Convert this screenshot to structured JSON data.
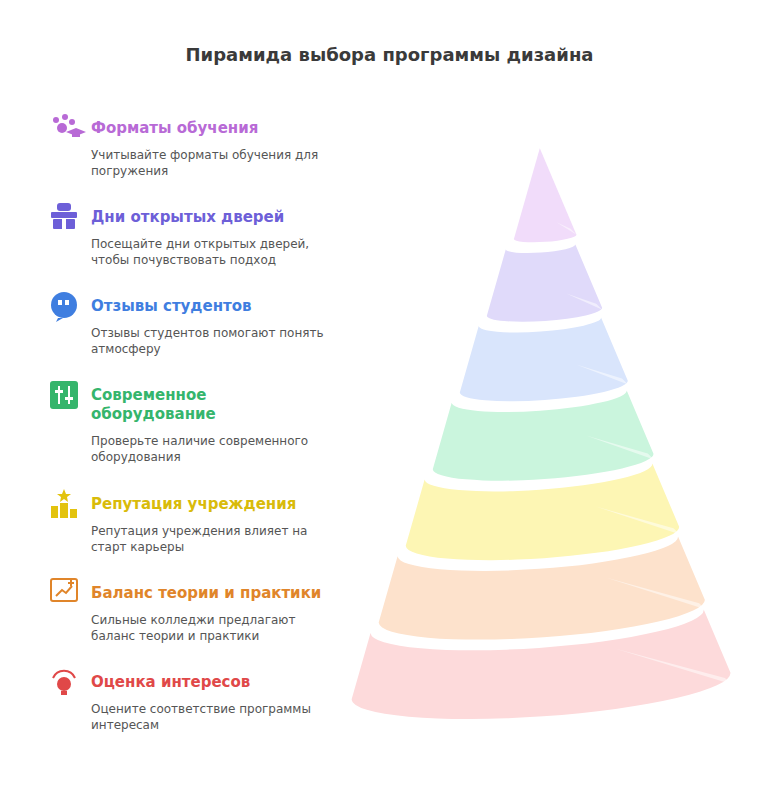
{
  "diagram": {
    "title": "Пирамида выбора программы дизайна",
    "nodes": [
      {
        "text": [
          "Форматы обучения",
          "Учитывайте форматы обучения для погружения"
        ]
      },
      {
        "text": [
          "Дни открытых дверей",
          "Посещайте дни открытых дверей, чтобы почувствовать подход"
        ]
      },
      {
        "text": [
          "Отзывы студентов",
          "Отзывы студентов помогают понять атмосферу"
        ]
      },
      {
        "text": [
          "Современное оборудование",
          "Проверьте наличие современного оборудования"
        ]
      },
      {
        "text": [
          "Репутация учреждения",
          "Репутация учреждения влияет на старт карьеры"
        ]
      },
      {
        "text": [
          "Баланс теории и практики",
          "Сильные колледжи предлагают баланс теории и практики"
        ]
      },
      {
        "text": [
          "Оценка интересов",
          "Оцените соответствие программы интересам"
        ]
      }
    ]
  }
}
